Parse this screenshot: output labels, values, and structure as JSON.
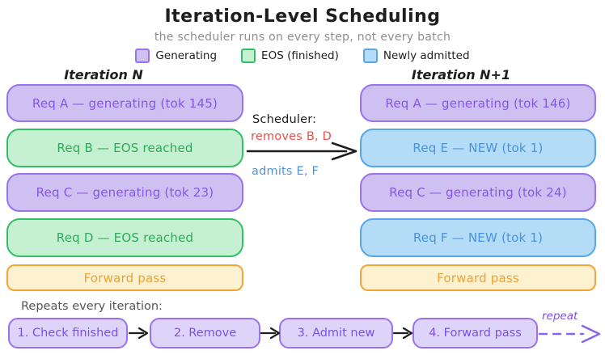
{
  "header": {
    "title": "Iteration-Level Scheduling",
    "subtitle": "the scheduler runs on every step, not every batch"
  },
  "legend": {
    "items": [
      {
        "label": "Generating",
        "type": "generating"
      },
      {
        "label": "EOS (finished)",
        "type": "eos"
      },
      {
        "label": "Newly admitted",
        "type": "new"
      }
    ]
  },
  "columns": {
    "left": {
      "header": "Iteration N",
      "boxes": [
        {
          "label": "Req A — generating (tok 145)",
          "type": "generating"
        },
        {
          "label": "Req B — EOS reached",
          "type": "eos"
        },
        {
          "label": "Req C — generating (tok 23)",
          "type": "generating"
        },
        {
          "label": "Req D — EOS reached",
          "type": "eos"
        },
        {
          "label": "Forward pass",
          "type": "forward"
        }
      ]
    },
    "right": {
      "header": "Iteration N+1",
      "boxes": [
        {
          "label": "Req A — generating (tok 146)",
          "type": "generating"
        },
        {
          "label": "Req E — NEW (tok 1)",
          "type": "new"
        },
        {
          "label": "Req C — generating (tok 24)",
          "type": "generating"
        },
        {
          "label": "Req F — NEW (tok 1)",
          "type": "new"
        },
        {
          "label": "Forward pass",
          "type": "forward"
        }
      ]
    }
  },
  "scheduler": {
    "label": "Scheduler:",
    "removes": "removes B, D",
    "admits": "admits E, F"
  },
  "flow": {
    "label": "Repeats every iteration:",
    "steps": [
      "1. Check finished",
      "2. Remove",
      "3. Admit new",
      "4. Forward pass"
    ],
    "repeat_label": "repeat"
  },
  "colors": {
    "ink": "#1e1e1e",
    "gray": "#8e8e8e",
    "darkgray": "#555555",
    "red": "#e8504a",
    "purple_fill": "#cfc0f2",
    "purple_border": "#9a72ec",
    "purple_text": "#8657e6",
    "green_fill": "#c6f0d2",
    "green_border": "#33bf66",
    "green_text": "#2dab5c",
    "blue_fill": "#b4dcf6",
    "blue_border": "#57a6e8",
    "blue_text": "#4a93dd",
    "orange_fill": "#fdf2d0",
    "orange_border": "#f2a43a",
    "orange_text": "#eda233",
    "flow_fill": "#ded3f8",
    "flow_border": "#9a72ec",
    "flow_text": "#7a52e0"
  }
}
